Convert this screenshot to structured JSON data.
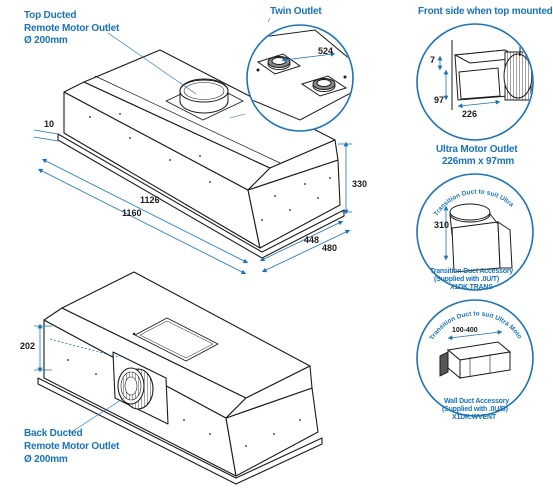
{
  "labels": {
    "top_ducted_title": "Top Ducted",
    "top_ducted_outlet": "Remote Motor Outlet",
    "top_ducted_size": "Ø 200mm",
    "twin_outlet": "Twin Outlet",
    "front_side_title": "Front side when top mounted",
    "ultra_motor_outlet": "Ultra Motor Outlet",
    "ultra_motor_size": "226mm x 97mm",
    "back_ducted_title": "Back Ducted",
    "back_ducted_outlet": "Remote Motor Outlet",
    "back_ducted_size": "Ø 200mm",
    "transition_duct_curve": "Transition Duct to suit Ultra Motor (Top Duct)",
    "transition_accessory_line1": "Transition Duct Accessory",
    "transition_accessory_line2": "(Supplied with .0U/T)",
    "transition_accessory_line3": "X1DK.TRANS",
    "wall_duct_curve": "Transition Duct to suit Ultra Motor (Rear Duct)",
    "wall_accessory_line1": "Wall Duct Accessory",
    "wall_accessory_line2": "(Supplied with .0U/B)",
    "wall_accessory_line3": "X1DK.WVENT"
  },
  "dimensions": {
    "flange": "10",
    "inner_length": "1126",
    "outer_length": "1160",
    "height": "330",
    "inner_depth": "448",
    "outer_depth": "480",
    "twin_spacing": "524",
    "ultra_top": "7",
    "ultra_height": "97",
    "ultra_width": "226",
    "transition_height": "310",
    "wall_length": "100-400",
    "back_height": "202"
  },
  "colors": {
    "accent": "#1a73b8",
    "line": "#1b1b1b"
  }
}
